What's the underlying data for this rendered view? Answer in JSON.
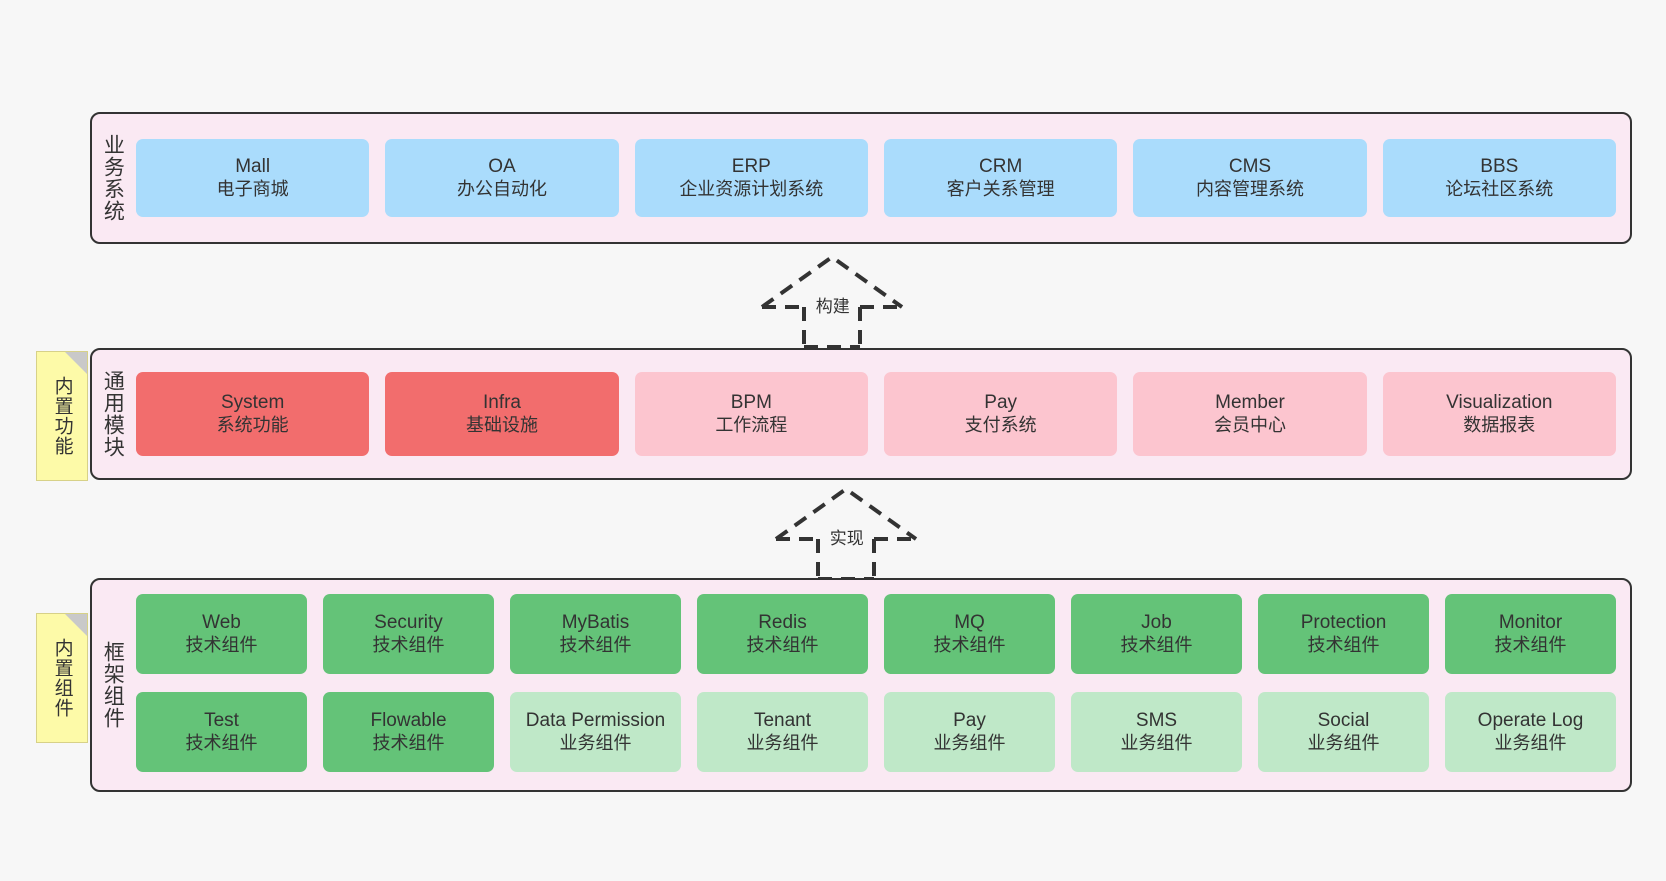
{
  "diagram": {
    "layers": [
      {
        "id": "business-system",
        "title": "业务系统",
        "cards": [
          {
            "en": "Mall",
            "cn": "电子商城",
            "color": "blue"
          },
          {
            "en": "OA",
            "cn": "办公自动化",
            "color": "blue"
          },
          {
            "en": "ERP",
            "cn": "企业资源计划系统",
            "color": "blue"
          },
          {
            "en": "CRM",
            "cn": "客户关系管理",
            "color": "blue"
          },
          {
            "en": "CMS",
            "cn": "内容管理系统",
            "color": "blue"
          },
          {
            "en": "BBS",
            "cn": "论坛社区系统",
            "color": "blue"
          }
        ]
      },
      {
        "id": "common-module",
        "title": "通用模块",
        "note": "内置功能",
        "cards": [
          {
            "en": "System",
            "cn": "系统功能",
            "color": "red"
          },
          {
            "en": "Infra",
            "cn": "基础设施",
            "color": "red"
          },
          {
            "en": "BPM",
            "cn": "工作流程",
            "color": "pink"
          },
          {
            "en": "Pay",
            "cn": "支付系统",
            "color": "pink"
          },
          {
            "en": "Member",
            "cn": "会员中心",
            "color": "pink"
          },
          {
            "en": "Visualization",
            "cn": "数据报表",
            "color": "pink"
          }
        ]
      },
      {
        "id": "framework-component",
        "title": "框架组件",
        "note": "内置组件",
        "rows": [
          [
            {
              "en": "Web",
              "cn": "技术组件",
              "color": "green"
            },
            {
              "en": "Security",
              "cn": "技术组件",
              "color": "green"
            },
            {
              "en": "MyBatis",
              "cn": "技术组件",
              "color": "green"
            },
            {
              "en": "Redis",
              "cn": "技术组件",
              "color": "green"
            },
            {
              "en": "MQ",
              "cn": "技术组件",
              "color": "green"
            },
            {
              "en": "Job",
              "cn": "技术组件",
              "color": "green"
            },
            {
              "en": "Protection",
              "cn": "技术组件",
              "color": "green"
            },
            {
              "en": "Monitor",
              "cn": "技术组件",
              "color": "green"
            }
          ],
          [
            {
              "en": "Test",
              "cn": "技术组件",
              "color": "green"
            },
            {
              "en": "Flowable",
              "cn": "技术组件",
              "color": "green"
            },
            {
              "en": "Data Permission",
              "cn": "业务组件",
              "color": "lgreen"
            },
            {
              "en": "Tenant",
              "cn": "业务组件",
              "color": "lgreen"
            },
            {
              "en": "Pay",
              "cn": "业务组件",
              "color": "lgreen"
            },
            {
              "en": "SMS",
              "cn": "业务组件",
              "color": "lgreen"
            },
            {
              "en": "Social",
              "cn": "业务组件",
              "color": "lgreen"
            },
            {
              "en": "Operate Log",
              "cn": "业务组件",
              "color": "lgreen"
            }
          ]
        ]
      }
    ],
    "connectors": [
      {
        "id": "build",
        "label": "构建"
      },
      {
        "id": "implement",
        "label": "实现"
      }
    ],
    "colors": {
      "layer_background": "#fae9f3",
      "layer_border": "#333333",
      "blue": "#aadcfc",
      "red": "#f26d6d",
      "pink": "#fcc5cf",
      "green": "#64c378",
      "light_green": "#bfe8c8",
      "note": "#fdfaa8",
      "canvas": "#f7f7f7"
    }
  }
}
